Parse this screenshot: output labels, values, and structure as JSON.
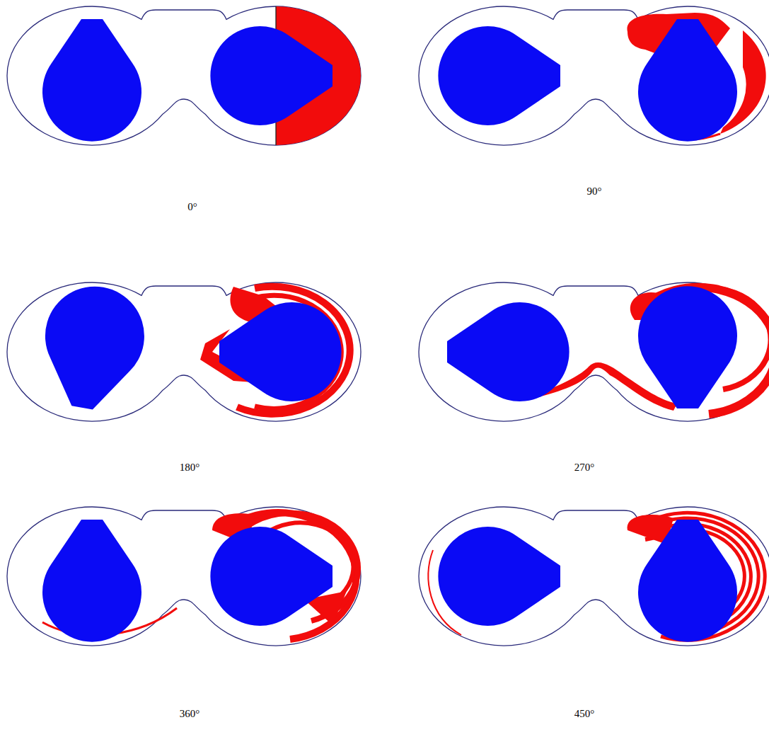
{
  "diagram": {
    "labels": [
      "0°",
      "90°",
      "180°",
      "270°",
      "360°",
      "450°"
    ]
  }
}
